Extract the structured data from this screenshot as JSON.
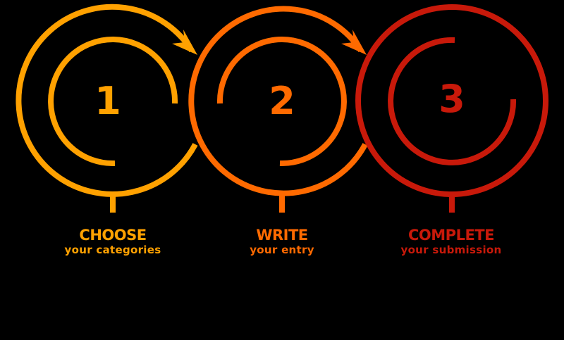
{
  "steps": [
    {
      "number": "1",
      "title": "CHOOSE",
      "subtitle": "your categories",
      "color": "#FFA100"
    },
    {
      "number": "2",
      "title": "WRITE",
      "subtitle": "your entry",
      "color": "#FF6A00"
    },
    {
      "number": "3",
      "title": "COMPLETE",
      "subtitle": "your submission",
      "color": "#C8190A"
    }
  ]
}
